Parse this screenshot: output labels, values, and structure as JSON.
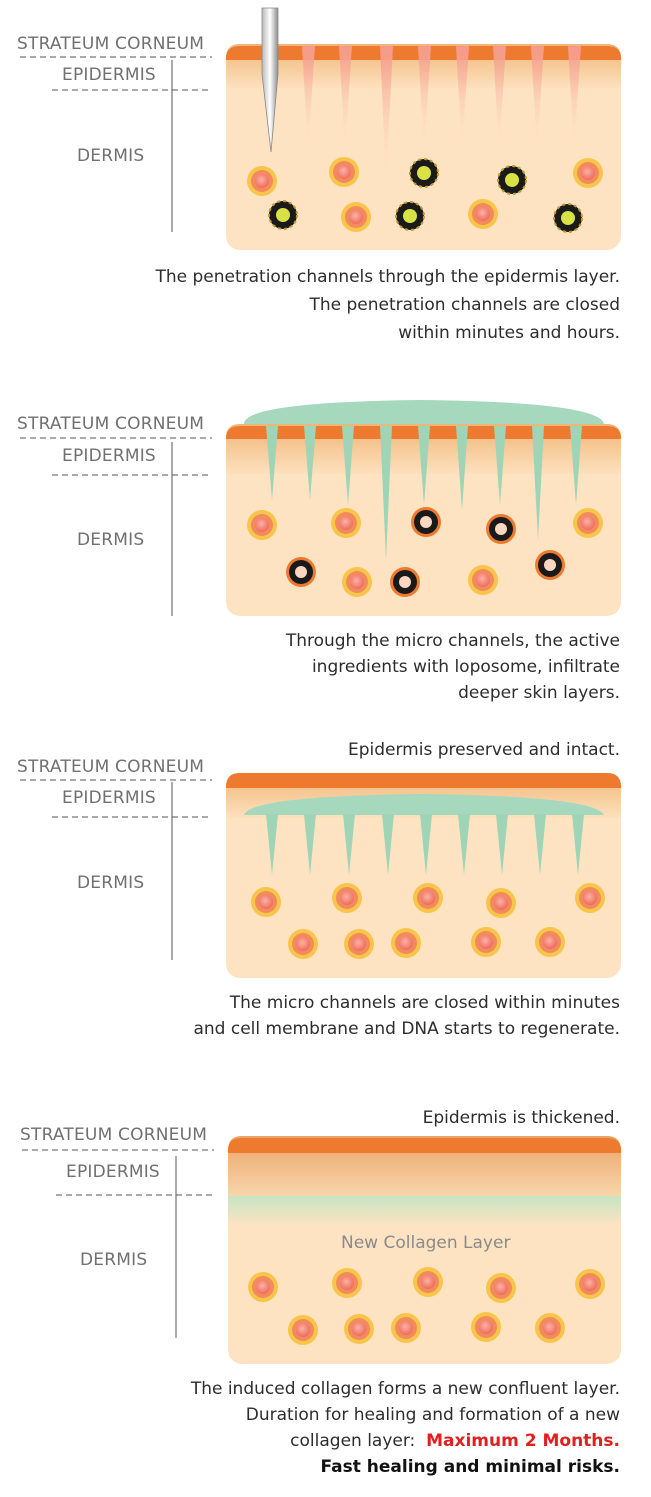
{
  "layer_labels": {
    "stratum_corneum": "STRATEUM CORNEUM",
    "epidermis": "EPIDERMIS",
    "dermis": "DERMIS"
  },
  "panels": [
    {
      "caption_lines": [
        "The penetration channels through  the epidermis layer.",
        "The penetration channels are closed",
        "within minutes and hours."
      ]
    },
    {
      "caption_lines": [
        "Through the micro channels, the active",
        "ingredients with loposome, infiltrate",
        "deeper skin layers."
      ]
    },
    {
      "top_caption": "Epidermis preserved and intact.",
      "caption_lines": [
        "The micro channels are closed within minutes",
        "and cell membrane and DNA starts to regenerate."
      ]
    },
    {
      "top_caption": "Epidermis is thickened.",
      "inner_label": "New Collagen Layer",
      "caption_lines": [
        "The induced collagen forms a new confluent layer.",
        "Duration for healing and formation of a new"
      ],
      "caption_line3_prefix": "collagen layer:",
      "caption_line3_highlight": "Maximum 2 Months.",
      "caption_line4": "Fast healing and minimal risks."
    }
  ],
  "colors": {
    "dermis": "#fde3c2",
    "epidermis": "#f2c089",
    "corneum": "#ee7a30",
    "serum": "#9fd5b6",
    "cell_ring": "#f7c840",
    "cell_core": "#f3766a",
    "damaged_ring": "#1a1a1a",
    "damaged_core": "#c9d93a",
    "highlight": "#e02020"
  }
}
